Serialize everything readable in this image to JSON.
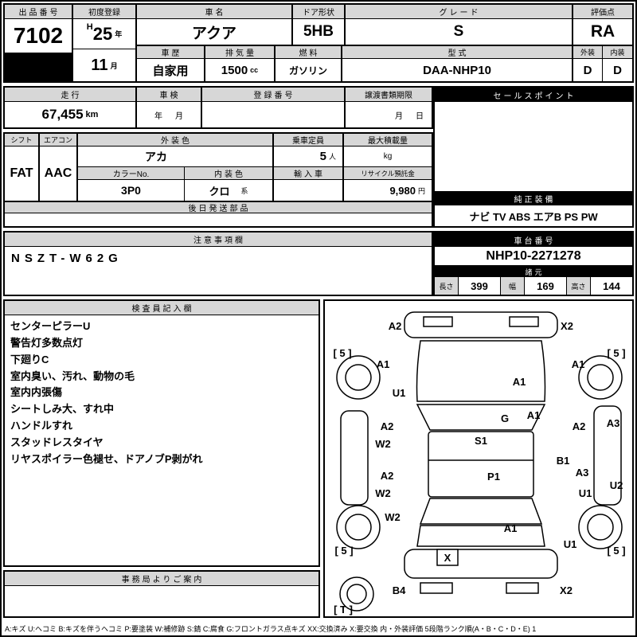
{
  "top": {
    "lot_label": "出品番号",
    "lot_number": "7102",
    "first_reg_label": "初度登録",
    "era": "H",
    "reg_year": "25",
    "year_unit": "年",
    "reg_month": "11",
    "month_unit": "月",
    "name_label": "車名",
    "name": "アクア",
    "door_label": "ドア形状",
    "door": "5HB",
    "grade_label": "グレード",
    "grade": "S",
    "score_label": "評価点",
    "score": "RA",
    "history_label": "車歴",
    "history": "自家用",
    "disp_label": "排気量",
    "disp": "1500",
    "disp_unit": "cc",
    "fuel_label": "燃料",
    "fuel": "ガソリン",
    "model_label": "型式",
    "model": "DAA-NHP10",
    "ext_label": "外装",
    "ext_score": "D",
    "int_label": "内装",
    "int_score": "D"
  },
  "run": {
    "mileage_label": "走行",
    "mileage": "67,455",
    "mileage_unit": "km",
    "shaken_label": "車検",
    "shaken_year_unit": "年",
    "shaken_month_unit": "月",
    "regno_label": "登録番号",
    "transfer_label": "譲渡書類期限",
    "transfer_month_unit": "月",
    "transfer_day_unit": "日"
  },
  "sales": {
    "label": "セールスポイント",
    "equipment_label": "純正装備",
    "equipment": "ナビ TV ABS エアB PS PW"
  },
  "spec": {
    "shift_label": "シフト",
    "shift": "FAT",
    "aircon_label": "エアコン",
    "aircon": "AAC",
    "ext_color_label": "外装色",
    "ext_color": "アカ",
    "capacity_label": "乗車定員",
    "capacity": "5",
    "capacity_unit": "人",
    "load_label": "最大積載量",
    "load_unit": "kg",
    "color_no_label": "カラーNo.",
    "color_no": "3P0",
    "int_color_label": "内装色",
    "int_color": "クロ",
    "int_color_unit": "系",
    "import_label": "輸入車",
    "recycle_label": "リサイクル預託金",
    "recycle": "9,980",
    "recycle_unit": "円",
    "later_label": "後日発送部品"
  },
  "caution": {
    "label": "注意事項欄",
    "content": "NSZT-W62G"
  },
  "chassis": {
    "label": "車台番号",
    "number": "NHP10-2271278",
    "dims_label": "諸元",
    "len_label": "長さ",
    "len": "399",
    "wid_label": "幅",
    "wid": "169",
    "hgt_label": "高さ",
    "hgt": "144"
  },
  "inspector": {
    "label": "検査員記入欄",
    "lines": [
      "センターピラーU",
      "警告灯多数点灯",
      "下廻りC",
      "室内臭い、汚れ、動物の毛",
      "室内内張傷",
      "シートしみ大、すれ中",
      "ハンドルすれ",
      "スタッドレスタイヤ",
      "リヤスポイラー色褪せ、ドアノブP剥がれ"
    ],
    "office_label": "事務局よりご案内"
  },
  "diagram": {
    "labels": [
      "A2",
      "X2",
      "[ 5 ]",
      "A1",
      "A1",
      "[ 5 ]",
      "U1",
      "A1",
      "A2",
      "W2",
      "G",
      "A1",
      "A2",
      "A3",
      "S1",
      "B1",
      "A2",
      "W2",
      "P1",
      "A3",
      "U1",
      "U2",
      "W2",
      "A1",
      "[ 5 ]",
      "X",
      "U1",
      "[ 5 ]",
      "B4",
      "X2",
      "[ T ]"
    ]
  },
  "legend": "A:キズ U:ヘコミ B:キズを伴うヘコミ P:要塗装 W:補修跡 S:錆 C:腐食 G:フロントガラス点キズ XX:交換済み X:要交換  内・外装評価 5段階ランク順(A・B・C・D・E) 1"
}
